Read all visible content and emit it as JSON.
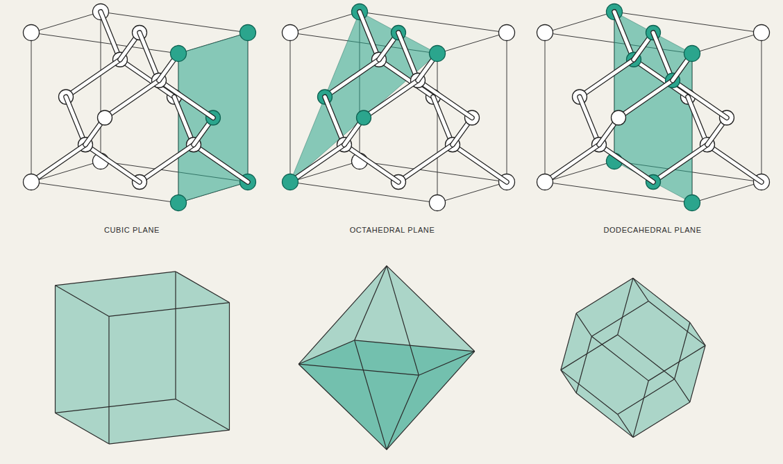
{
  "diagram": {
    "labels": [
      "CUBIC PLANE",
      "OCTAHEDRAL PLANE",
      "DODECAHEDRAL PLANE"
    ]
  }
}
